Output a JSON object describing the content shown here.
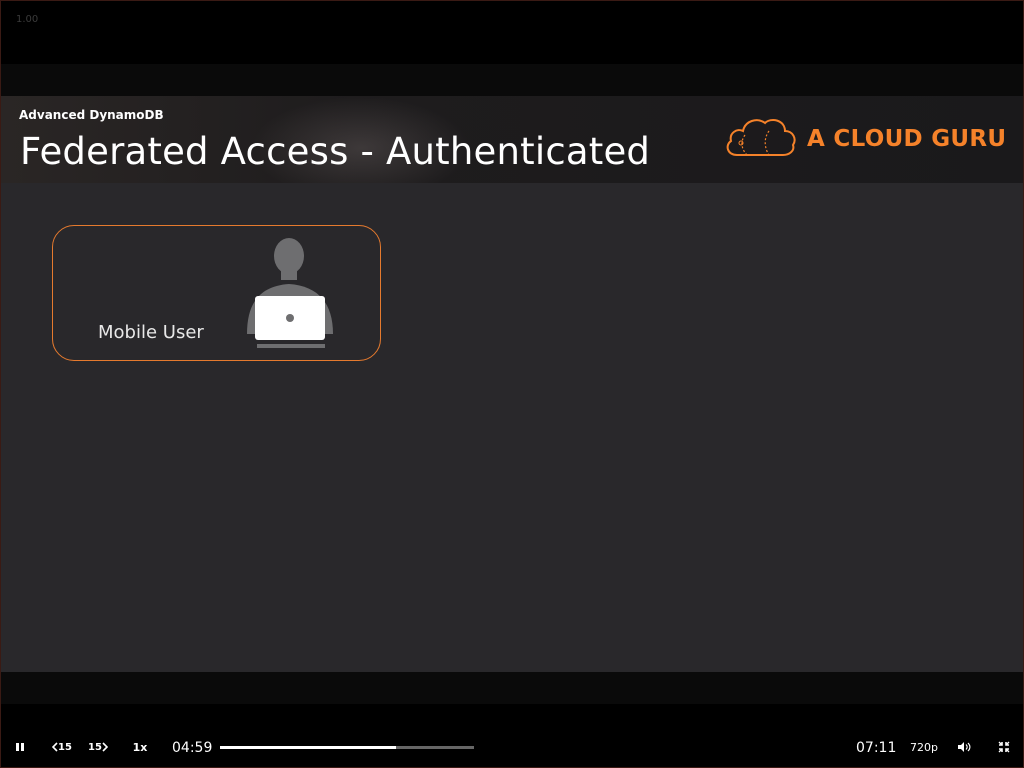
{
  "player": {
    "zoom_readout": "1.00",
    "course_name": "Advanced DynamoDB",
    "slide_title": "Federated Access - Authenticated",
    "brand_name": "A CLOUD GURU",
    "brand_color": "#f5822a",
    "accent_border_color": "#e57a2e"
  },
  "slide": {
    "user_box": {
      "label": "Mobile User",
      "icon": "user-laptop-icon"
    }
  },
  "controls": {
    "play_pause_icon": "pause-icon",
    "rewind_label": "15",
    "forward_label": "15",
    "speed_label": "1x",
    "current_time": "04:59",
    "total_time": "07:11",
    "progress_fraction": 0.694,
    "quality_label": "720p",
    "volume_icon": "volume-icon",
    "fullscreen_icon": "exit-fullscreen-icon"
  }
}
